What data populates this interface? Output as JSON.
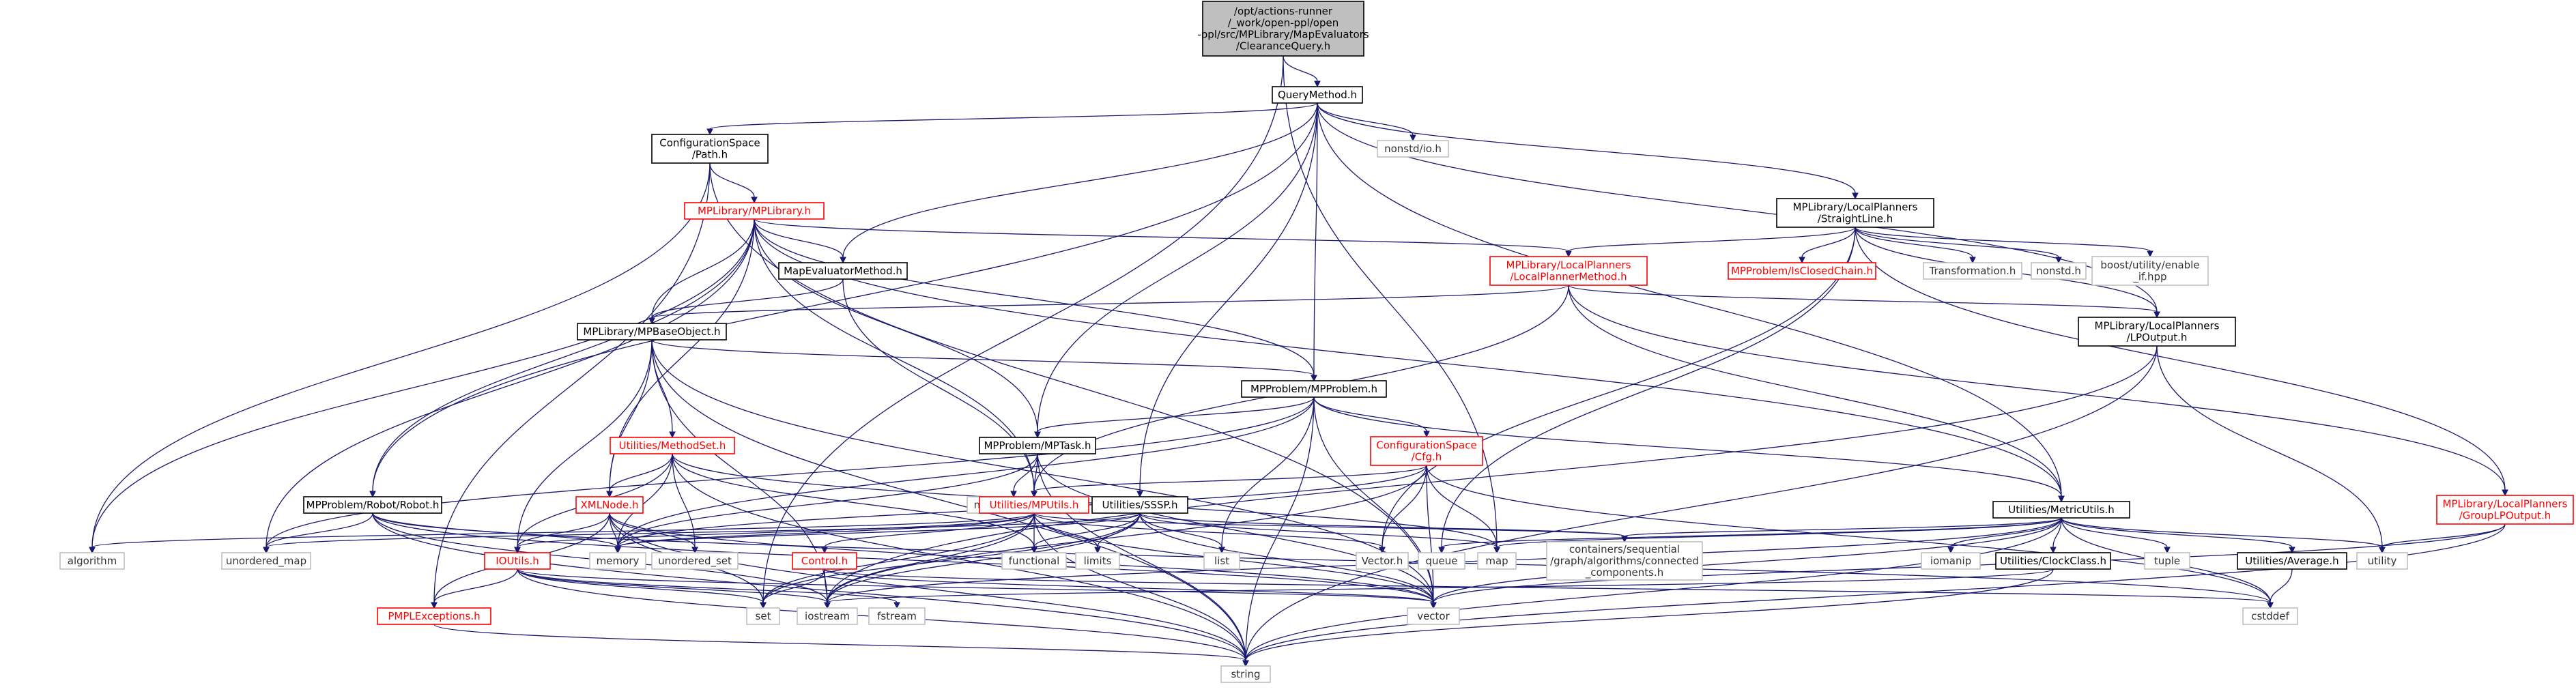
{
  "colors": {
    "edge": "#191970",
    "root_fill": "#bfbfbf",
    "root_stroke": "#000000",
    "documented_stroke": "#000000",
    "incomplete_stroke": "#ff0000",
    "external_stroke": "#bfbfbf",
    "text_dark": "#000000",
    "text_red": "#ff0000",
    "text_external": "#333333"
  },
  "graph": {
    "root": "ClearanceQuery",
    "nodes": [
      {
        "id": "ClearanceQuery",
        "kind": "root",
        "lines": [
          "/opt/actions-runner",
          "/_work/open-ppl/open",
          "-ppl/src/MPLibrary/MapEvaluators",
          "/ClearanceQuery.h"
        ]
      },
      {
        "id": "QueryMethod",
        "kind": "documented",
        "lines": [
          "QueryMethod.h"
        ]
      },
      {
        "id": "CSPath",
        "kind": "documented",
        "lines": [
          "ConfigurationSpace",
          "/Path.h"
        ]
      },
      {
        "id": "nonstdio",
        "kind": "external",
        "lines": [
          "nonstd/io.h"
        ]
      },
      {
        "id": "StraightLine",
        "kind": "documented",
        "lines": [
          "MPLibrary/LocalPlanners",
          "/StraightLine.h"
        ]
      },
      {
        "id": "MPLibrary",
        "kind": "incomplete",
        "lines": [
          "MPLibrary/MPLibrary.h"
        ]
      },
      {
        "id": "MapEvaluatorMethod",
        "kind": "documented",
        "lines": [
          "MapEvaluatorMethod.h"
        ]
      },
      {
        "id": "LocalPlannerMethod",
        "kind": "incomplete",
        "lines": [
          "MPLibrary/LocalPlanners",
          "/LocalPlannerMethod.h"
        ]
      },
      {
        "id": "IsClosedChain",
        "kind": "incomplete",
        "lines": [
          "MPProblem/IsClosedChain.h"
        ]
      },
      {
        "id": "Transformation",
        "kind": "external",
        "lines": [
          "Transformation.h"
        ]
      },
      {
        "id": "nonstd",
        "kind": "external",
        "lines": [
          "nonstd.h"
        ]
      },
      {
        "id": "enableif",
        "kind": "external",
        "lines": [
          "boost/utility/enable",
          "_if.hpp"
        ]
      },
      {
        "id": "LPOutput",
        "kind": "documented",
        "lines": [
          "MPLibrary/LocalPlanners",
          "/LPOutput.h"
        ]
      },
      {
        "id": "MPBaseObject",
        "kind": "documented",
        "lines": [
          "MPLibrary/MPBaseObject.h"
        ]
      },
      {
        "id": "MPProblem",
        "kind": "documented",
        "lines": [
          "MPProblem/MPProblem.h"
        ]
      },
      {
        "id": "MethodSet",
        "kind": "incomplete",
        "lines": [
          "Utilities/MethodSet.h"
        ]
      },
      {
        "id": "MPTask",
        "kind": "documented",
        "lines": [
          "MPProblem/MPTask.h"
        ]
      },
      {
        "id": "Cfg",
        "kind": "incomplete",
        "lines": [
          "ConfigurationSpace",
          "/Cfg.h"
        ]
      },
      {
        "id": "MetricUtils",
        "kind": "documented",
        "lines": [
          "Utilities/MetricUtils.h"
        ]
      },
      {
        "id": "GroupLPOutput",
        "kind": "incomplete",
        "lines": [
          "MPLibrary/LocalPlanners",
          "/GroupLPOutput.h"
        ]
      },
      {
        "id": "Robot",
        "kind": "documented",
        "lines": [
          "MPProblem/Robot/Robot.h"
        ]
      },
      {
        "id": "XMLNode",
        "kind": "incomplete",
        "lines": [
          "XMLNode.h"
        ]
      },
      {
        "id": "nonstdstatus",
        "kind": "external",
        "lines": [
          "nonstd/status.h"
        ]
      },
      {
        "id": "MPUtils",
        "kind": "incomplete",
        "lines": [
          "Utilities/MPUtils.h"
        ]
      },
      {
        "id": "SSSP",
        "kind": "documented",
        "lines": [
          "Utilities/SSSP.h"
        ]
      },
      {
        "id": "connected",
        "kind": "external",
        "lines": [
          "containers/sequential",
          "/graph/algorithms/connected",
          "_components.h"
        ]
      },
      {
        "id": "iomanip",
        "kind": "external",
        "lines": [
          "iomanip"
        ]
      },
      {
        "id": "tuple",
        "kind": "external",
        "lines": [
          "tuple"
        ]
      },
      {
        "id": "utility",
        "kind": "external",
        "lines": [
          "utility"
        ]
      },
      {
        "id": "algorithm",
        "kind": "external",
        "lines": [
          "algorithm"
        ]
      },
      {
        "id": "unordered_map",
        "kind": "external",
        "lines": [
          "unordered_map"
        ]
      },
      {
        "id": "memory",
        "kind": "external",
        "lines": [
          "memory"
        ]
      },
      {
        "id": "unordered_set",
        "kind": "external",
        "lines": [
          "unordered_set"
        ]
      },
      {
        "id": "functional",
        "kind": "external",
        "lines": [
          "functional"
        ]
      },
      {
        "id": "limits",
        "kind": "external",
        "lines": [
          "limits"
        ]
      },
      {
        "id": "list",
        "kind": "external",
        "lines": [
          "list"
        ]
      },
      {
        "id": "Vector",
        "kind": "external",
        "lines": [
          "Vector.h"
        ]
      },
      {
        "id": "queue",
        "kind": "external",
        "lines": [
          "queue"
        ]
      },
      {
        "id": "map",
        "kind": "external",
        "lines": [
          "map"
        ]
      },
      {
        "id": "ClockClass",
        "kind": "documented",
        "lines": [
          "Utilities/ClockClass.h"
        ]
      },
      {
        "id": "Average",
        "kind": "documented",
        "lines": [
          "Utilities/Average.h"
        ]
      },
      {
        "id": "IOUtils",
        "kind": "incomplete",
        "lines": [
          "IOUtils.h"
        ]
      },
      {
        "id": "Control",
        "kind": "incomplete",
        "lines": [
          "Control.h"
        ]
      },
      {
        "id": "PMPLExceptions",
        "kind": "incomplete",
        "lines": [
          "PMPLExceptions.h"
        ]
      },
      {
        "id": "set",
        "kind": "external",
        "lines": [
          "set"
        ]
      },
      {
        "id": "iostream",
        "kind": "external",
        "lines": [
          "iostream"
        ]
      },
      {
        "id": "fstream",
        "kind": "external",
        "lines": [
          "fstream"
        ]
      },
      {
        "id": "vector",
        "kind": "external",
        "lines": [
          "vector"
        ]
      },
      {
        "id": "cstddef",
        "kind": "external",
        "lines": [
          "cstddef"
        ]
      },
      {
        "id": "string",
        "kind": "external",
        "lines": [
          "string"
        ]
      }
    ],
    "edges": [
      [
        "ClearanceQuery",
        "QueryMethod"
      ],
      [
        "ClearanceQuery",
        "set"
      ],
      [
        "ClearanceQuery",
        "map"
      ],
      [
        "QueryMethod",
        "CSPath"
      ],
      [
        "QueryMethod",
        "nonstdio"
      ],
      [
        "QueryMethod",
        "StraightLine"
      ],
      [
        "QueryMethod",
        "MapEvaluatorMethod"
      ],
      [
        "QueryMethod",
        "MPProblem"
      ],
      [
        "QueryMethod",
        "MPTask"
      ],
      [
        "QueryMethod",
        "Robot"
      ],
      [
        "QueryMethod",
        "SSSP"
      ],
      [
        "QueryMethod",
        "MetricUtils"
      ],
      [
        "QueryMethod",
        "LPOutput"
      ],
      [
        "CSPath",
        "MPLibrary"
      ],
      [
        "CSPath",
        "PMPLExceptions"
      ],
      [
        "CSPath",
        "algorithm"
      ],
      [
        "CSPath",
        "vector"
      ],
      [
        "MPLibrary",
        "MapEvaluatorMethod"
      ],
      [
        "MPLibrary",
        "LocalPlannerMethod"
      ],
      [
        "MPLibrary",
        "MPBaseObject"
      ],
      [
        "MPLibrary",
        "MPProblem"
      ],
      [
        "MPLibrary",
        "MPTask"
      ],
      [
        "MPLibrary",
        "Robot"
      ],
      [
        "MPLibrary",
        "XMLNode"
      ],
      [
        "MPLibrary",
        "MPUtils"
      ],
      [
        "MPLibrary",
        "MetricUtils"
      ],
      [
        "MPLibrary",
        "algorithm"
      ],
      [
        "MPLibrary",
        "unordered_map"
      ],
      [
        "StraightLine",
        "LocalPlannerMethod"
      ],
      [
        "StraightLine",
        "IsClosedChain"
      ],
      [
        "StraightLine",
        "Transformation"
      ],
      [
        "StraightLine",
        "nonstd"
      ],
      [
        "StraightLine",
        "enableif"
      ],
      [
        "StraightLine",
        "LPOutput"
      ],
      [
        "StraightLine",
        "GroupLPOutput"
      ],
      [
        "StraightLine",
        "Vector"
      ],
      [
        "StraightLine",
        "queue"
      ],
      [
        "MapEvaluatorMethod",
        "MPBaseObject"
      ],
      [
        "MapEvaluatorMethod",
        "MPUtils"
      ],
      [
        "LocalPlannerMethod",
        "MPBaseObject"
      ],
      [
        "LocalPlannerMethod",
        "LPOutput"
      ],
      [
        "LocalPlannerMethod",
        "GroupLPOutput"
      ],
      [
        "LocalPlannerMethod",
        "MetricUtils"
      ],
      [
        "LocalPlannerMethod",
        "MPUtils"
      ],
      [
        "LPOutput",
        "iostream"
      ],
      [
        "LPOutput",
        "utility"
      ],
      [
        "LPOutput",
        "string"
      ],
      [
        "MPBaseObject",
        "MPProblem"
      ],
      [
        "MPBaseObject",
        "MethodSet"
      ],
      [
        "MPBaseObject",
        "XMLNode"
      ],
      [
        "MPBaseObject",
        "IOUtils"
      ],
      [
        "MPBaseObject",
        "iostream"
      ],
      [
        "MPBaseObject",
        "string"
      ],
      [
        "MPBaseObject",
        "vector"
      ],
      [
        "MPProblem",
        "MPTask"
      ],
      [
        "MPProblem",
        "Cfg"
      ],
      [
        "MPProblem",
        "MetricUtils"
      ],
      [
        "MPProblem",
        "list"
      ],
      [
        "MPProblem",
        "memory"
      ],
      [
        "MPProblem",
        "unordered_map"
      ],
      [
        "MPProblem",
        "vector"
      ],
      [
        "MPProblem",
        "string"
      ],
      [
        "MethodSet",
        "XMLNode"
      ],
      [
        "MethodSet",
        "IOUtils"
      ],
      [
        "MethodSet",
        "memory"
      ],
      [
        "MethodSet",
        "functional"
      ],
      [
        "MethodSet",
        "map"
      ],
      [
        "MethodSet",
        "string"
      ],
      [
        "MethodSet",
        "unordered_set"
      ],
      [
        "MPTask",
        "MPUtils"
      ],
      [
        "MPTask",
        "nonstdstatus"
      ],
      [
        "MPTask",
        "memory"
      ],
      [
        "MPTask",
        "string"
      ],
      [
        "MPTask",
        "vector"
      ],
      [
        "Cfg",
        "MPUtils"
      ],
      [
        "Cfg",
        "Vector"
      ],
      [
        "Cfg",
        "map"
      ],
      [
        "Cfg",
        "vector"
      ],
      [
        "Cfg",
        "iostream"
      ],
      [
        "Cfg",
        "memory"
      ],
      [
        "Cfg",
        "cstddef"
      ],
      [
        "MetricUtils",
        "ClockClass"
      ],
      [
        "MetricUtils",
        "Average"
      ],
      [
        "MetricUtils",
        "connected"
      ],
      [
        "MetricUtils",
        "iomanip"
      ],
      [
        "MetricUtils",
        "tuple"
      ],
      [
        "MetricUtils",
        "utility"
      ],
      [
        "MetricUtils",
        "map"
      ],
      [
        "MetricUtils",
        "queue"
      ],
      [
        "MetricUtils",
        "cstddef"
      ],
      [
        "MetricUtils",
        "vector"
      ],
      [
        "MetricUtils",
        "iostream"
      ],
      [
        "MetricUtils",
        "string"
      ],
      [
        "GroupLPOutput",
        "vector"
      ],
      [
        "GroupLPOutput",
        "string"
      ],
      [
        "GroupLPOutput",
        "utility"
      ],
      [
        "Robot",
        "unordered_map"
      ],
      [
        "Robot",
        "memory"
      ],
      [
        "Robot",
        "vector"
      ],
      [
        "Robot",
        "string"
      ],
      [
        "Robot",
        "iostream"
      ],
      [
        "Robot",
        "cstddef"
      ],
      [
        "XMLNode",
        "IOUtils"
      ],
      [
        "XMLNode",
        "PMPLExceptions"
      ],
      [
        "XMLNode",
        "memory"
      ],
      [
        "XMLNode",
        "unordered_set"
      ],
      [
        "XMLNode",
        "set"
      ],
      [
        "XMLNode",
        "vector"
      ],
      [
        "XMLNode",
        "string"
      ],
      [
        "MPUtils",
        "Control"
      ],
      [
        "MPUtils",
        "IOUtils"
      ],
      [
        "MPUtils",
        "Vector"
      ],
      [
        "MPUtils",
        "connected"
      ],
      [
        "MPUtils",
        "functional"
      ],
      [
        "MPUtils",
        "limits"
      ],
      [
        "MPUtils",
        "memory"
      ],
      [
        "MPUtils",
        "set"
      ],
      [
        "MPUtils",
        "iostream"
      ],
      [
        "MPUtils",
        "string"
      ],
      [
        "MPUtils",
        "vector"
      ],
      [
        "MPUtils",
        "algorithm"
      ],
      [
        "SSSP",
        "connected"
      ],
      [
        "SSSP",
        "functional"
      ],
      [
        "SSSP",
        "limits"
      ],
      [
        "SSSP",
        "list"
      ],
      [
        "SSSP",
        "map"
      ],
      [
        "SSSP",
        "set"
      ],
      [
        "SSSP",
        "iostream"
      ],
      [
        "SSSP",
        "vector"
      ],
      [
        "SSSP",
        "memory"
      ],
      [
        "SSSP",
        "unordered_map"
      ],
      [
        "ClockClass",
        "iostream"
      ],
      [
        "ClockClass",
        "string"
      ],
      [
        "Average",
        "cstddef"
      ],
      [
        "IOUtils",
        "PMPLExceptions"
      ],
      [
        "IOUtils",
        "fstream"
      ],
      [
        "IOUtils",
        "iostream"
      ],
      [
        "IOUtils",
        "string"
      ],
      [
        "IOUtils",
        "set"
      ],
      [
        "IOUtils",
        "vector"
      ],
      [
        "Control",
        "set"
      ],
      [
        "Control",
        "iostream"
      ],
      [
        "Control",
        "vector"
      ],
      [
        "Control",
        "cstddef"
      ],
      [
        "PMPLExceptions",
        "string"
      ]
    ]
  }
}
